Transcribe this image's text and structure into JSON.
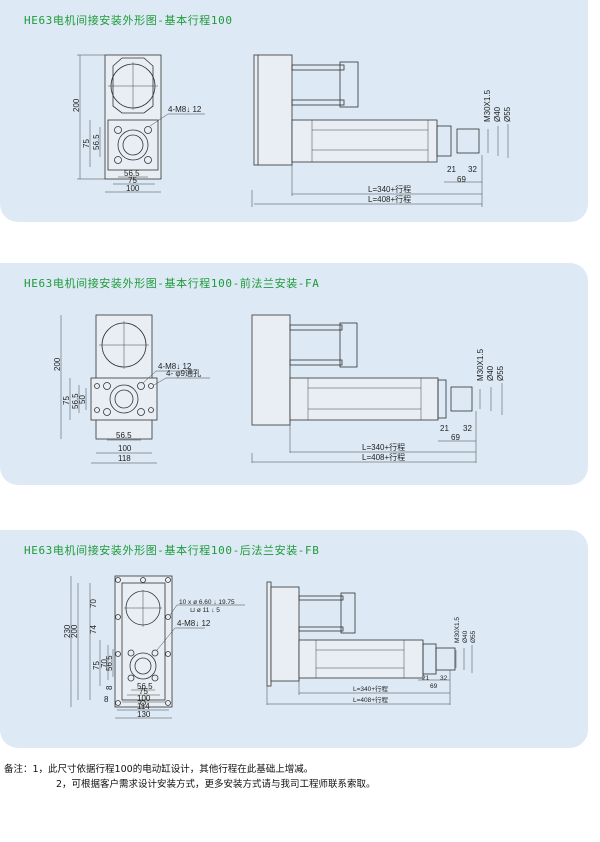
{
  "sections": [
    {
      "title": "HE63电机间接安装外形图-基本行程100",
      "front_view": {
        "height_dim": "200",
        "side_dims": [
          "75",
          "56.5"
        ],
        "bottom_dims": [
          "56.5",
          "75",
          "100"
        ],
        "callouts": [
          "4-M8↓ 12"
        ]
      },
      "side_view": {
        "thread_dim": "M30X1.5",
        "dia_dims": [
          "Ø40",
          "Ø55"
        ],
        "small_dims": [
          "21",
          "32",
          "69"
        ],
        "length_dims": [
          "L=340+行程",
          "L=408+行程"
        ]
      }
    },
    {
      "title": "HE63电机间接安装外形图-基本行程100-前法兰安装-FA",
      "front_view": {
        "height_dim": "200",
        "side_dims": [
          "75",
          "56.5",
          "50"
        ],
        "bottom_dims": [
          "56.5",
          "100",
          "118"
        ],
        "callouts": [
          "4-M8↓ 12",
          "4- φ9通孔"
        ]
      },
      "side_view": {
        "thread_dim": "M30X1.5",
        "dia_dims": [
          "Ø40",
          "Ø55"
        ],
        "small_dims": [
          "21",
          "32",
          "69"
        ],
        "length_dims": [
          "L=340+行程",
          "L=408+行程"
        ]
      }
    },
    {
      "title": "HE63电机间接安装外形图-基本行程100-后法兰安装-FB",
      "front_view": {
        "height_dims": [
          "230",
          "200"
        ],
        "side_dims": [
          "70",
          "74",
          "75",
          "70",
          "56.5"
        ],
        "small_dims": [
          "8",
          "8"
        ],
        "bottom_dims": [
          "56.5",
          "75",
          "100",
          "114",
          "130"
        ],
        "callouts": [
          "10 x  ø 6.60  ↓ 19.75",
          "⊔ ø 11  ↓ 5",
          "4-M8↓ 12"
        ]
      },
      "side_view": {
        "thread_dim": "M30X1.5",
        "dia_dims": [
          "Ø40",
          "Ø55"
        ],
        "small_dims": [
          "21",
          "32",
          "69"
        ],
        "length_dims": [
          "L=340+行程",
          "L=408+行程"
        ]
      }
    }
  ],
  "notes": {
    "label": "备注：",
    "items": [
      "1，此尺寸依据行程100的电动缸设计，其他行程在此基础上增减。",
      "2，可根据客户需求设计安装方式，更多安装方式请与我司工程师联系索取。"
    ]
  }
}
